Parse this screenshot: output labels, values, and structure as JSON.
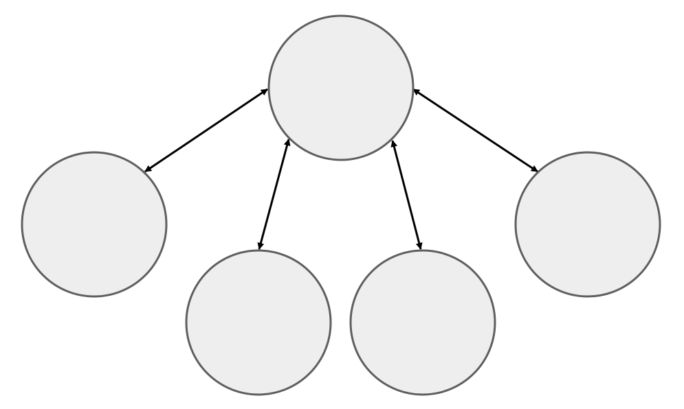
{
  "diagram": {
    "node_fill": "#eeeeee",
    "node_stroke": "#5f5f5f",
    "edge_color": "#000000",
    "nodes": [
      {
        "id": "hub",
        "label": ""
      },
      {
        "id": "left",
        "label": ""
      },
      {
        "id": "bottom-left",
        "label": ""
      },
      {
        "id": "bottom-right",
        "label": ""
      },
      {
        "id": "right",
        "label": ""
      }
    ],
    "edges": [
      {
        "from": "hub",
        "to": "left",
        "bidirectional": true
      },
      {
        "from": "hub",
        "to": "bottom-left",
        "bidirectional": true
      },
      {
        "from": "hub",
        "to": "bottom-right",
        "bidirectional": true
      },
      {
        "from": "hub",
        "to": "right",
        "bidirectional": true
      }
    ]
  }
}
